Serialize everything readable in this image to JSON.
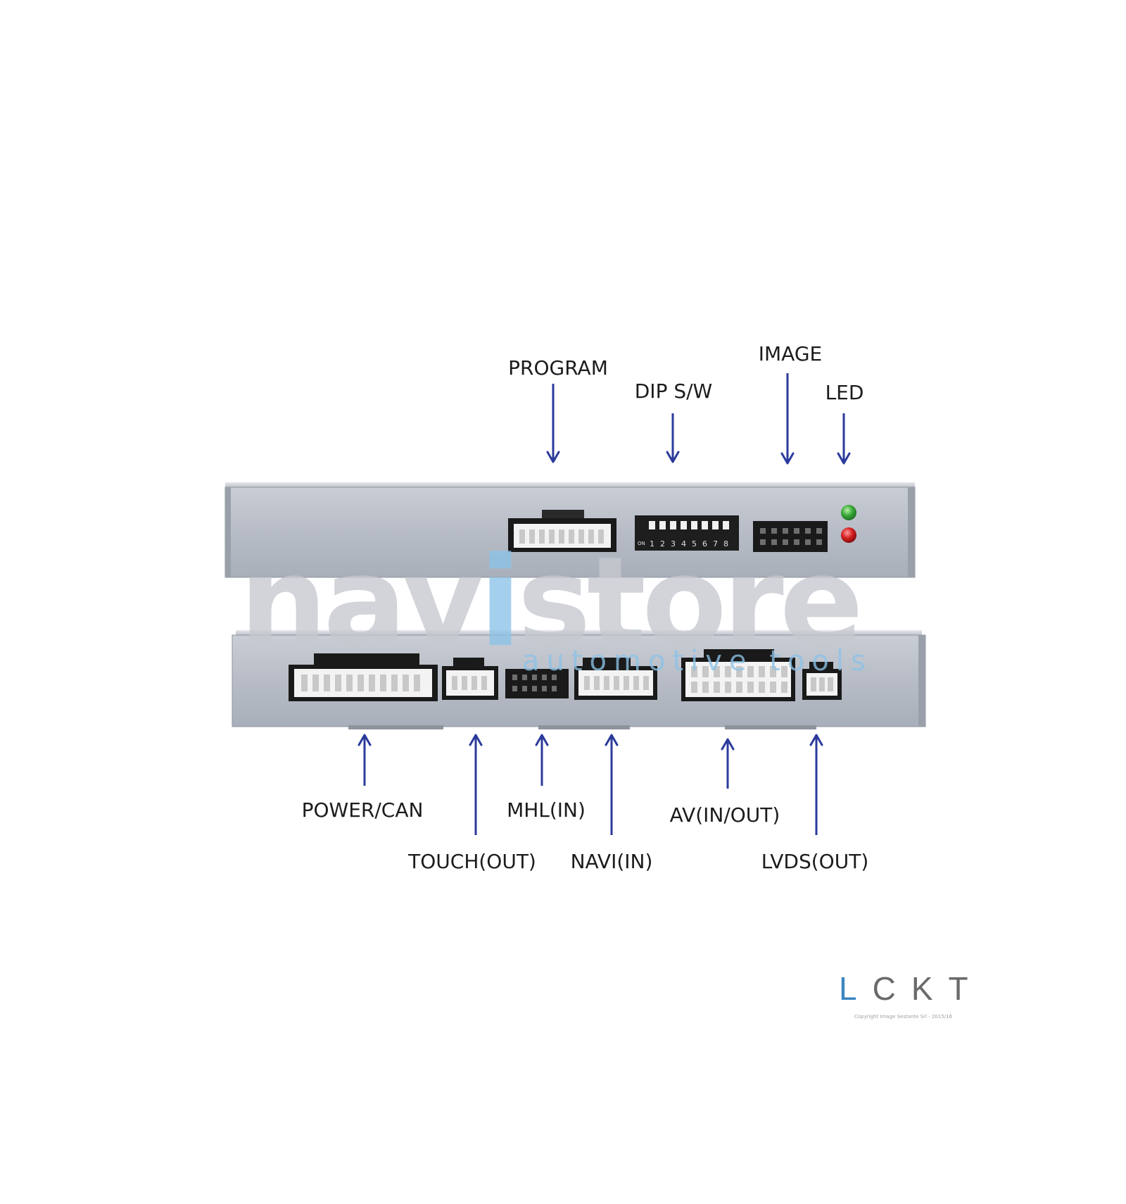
{
  "labels": {
    "program": "PROGRAM",
    "dip_switch": "DIP S/W",
    "image": "IMAGE",
    "led": "LED",
    "power_can": "POWER/CAN",
    "touch_out": "TOUCH(OUT)",
    "mhl_in": "MHL(IN)",
    "navi_in": "NAVI(IN)",
    "av_in_out": "AV(IN/OUT)",
    "lvds_out": "LVDS(OUT)"
  },
  "dip_numbers": [
    "1",
    "2",
    "3",
    "4",
    "5",
    "6",
    "7",
    "8"
  ],
  "dip_on_mark": "ON",
  "watermark": {
    "part1": "nav",
    "part2": "i",
    "part3": "store",
    "subtitle": "automotive tools"
  },
  "brand": {
    "first": "L",
    "rest": "CKT"
  },
  "copyright": "Copyright Image Sestante Srl - 2015/16",
  "colors": {
    "arrow": "#2b3a9b",
    "led_green": "#3aa83a",
    "led_red": "#d42020",
    "brand_accent": "#3c86c0",
    "brand_gray": "#6a6a6a",
    "watermark_gray": "#c6c9cf",
    "watermark_blue": "#8cc3e8"
  }
}
